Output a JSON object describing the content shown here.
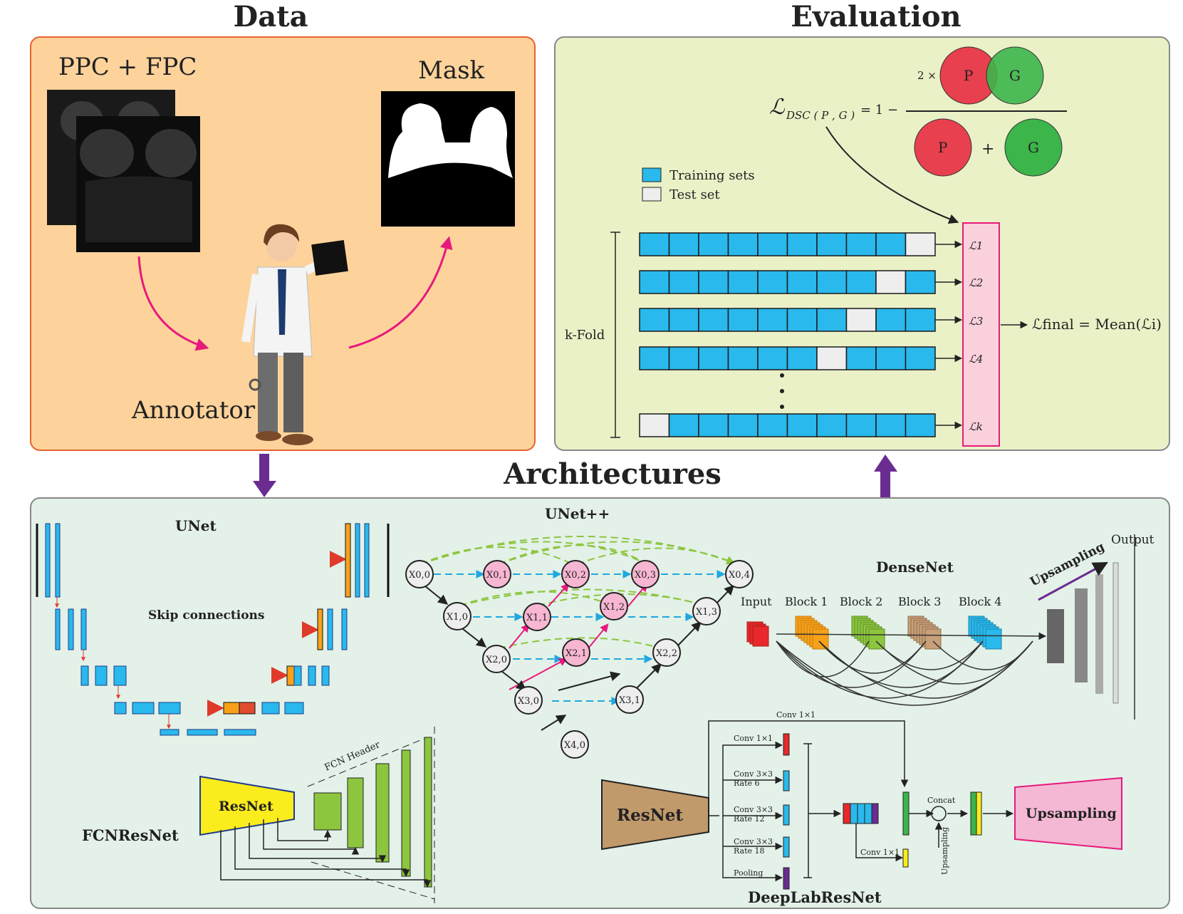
{
  "titles": {
    "data": "Data",
    "evaluation": "Evaluation",
    "architectures": "Architectures"
  },
  "data_panel": {
    "ppc_fpc": "PPC + FPC",
    "mask": "Mask",
    "annotator": "Annotator"
  },
  "evaluation_panel": {
    "loss_symbol": "ℒ",
    "loss_subscript": "DSC ( P , G )",
    "loss_equals_one": "= 1 −",
    "two_times": "2 ×",
    "p": "P",
    "g": "G",
    "plus": "+",
    "legend_training": "Training sets",
    "legend_test": "Test set",
    "kfold": "k-Fold",
    "loss_labels": [
      "ℒ1",
      "ℒ2",
      "ℒ3",
      "ℒ4",
      "ℒk"
    ],
    "final_loss": "ℒfinal = Mean(ℒi)",
    "colors": {
      "p": "#e8404e",
      "g": "#3cb54a",
      "training": "#29b9ec",
      "test": "#eeeeee",
      "loss_box": "#f9d0dc"
    }
  },
  "architectures": {
    "unet": {
      "title": "UNet",
      "skip": "Skip connections"
    },
    "unetpp": {
      "title": "UNet++",
      "nodes": [
        "X0,0",
        "X0,1",
        "X0,2",
        "X0,3",
        "X0,4",
        "X1,0",
        "X1,1",
        "X1,2",
        "X1,3",
        "X2,0",
        "X2,1",
        "X2,2",
        "X3,0",
        "X3,1",
        "X4,0"
      ]
    },
    "densenet": {
      "title": "DenseNet",
      "input": "Input",
      "blocks": [
        "Block 1",
        "Block 2",
        "Block 3",
        "Block 4"
      ],
      "upsampling": "Upsampling",
      "output": "Output"
    },
    "fcnresnet": {
      "title": "FCNResNet",
      "resnet": "ResNet",
      "header": "FCN Header"
    },
    "deeplab": {
      "title": "DeepLabResNet",
      "resnet": "ResNet",
      "conv_top": "Conv 1×1",
      "branches": [
        "Conv 1×1",
        "Conv 3×3",
        "Rate 6",
        "Conv 3×3",
        "Rate 12",
        "Conv 3×3",
        "Rate 18",
        "Pooling"
      ],
      "conv_bottom": "Conv 1×1",
      "concat": "Concat",
      "upsampling_small": "Upsampling",
      "upsampling": "Upsampling"
    }
  }
}
